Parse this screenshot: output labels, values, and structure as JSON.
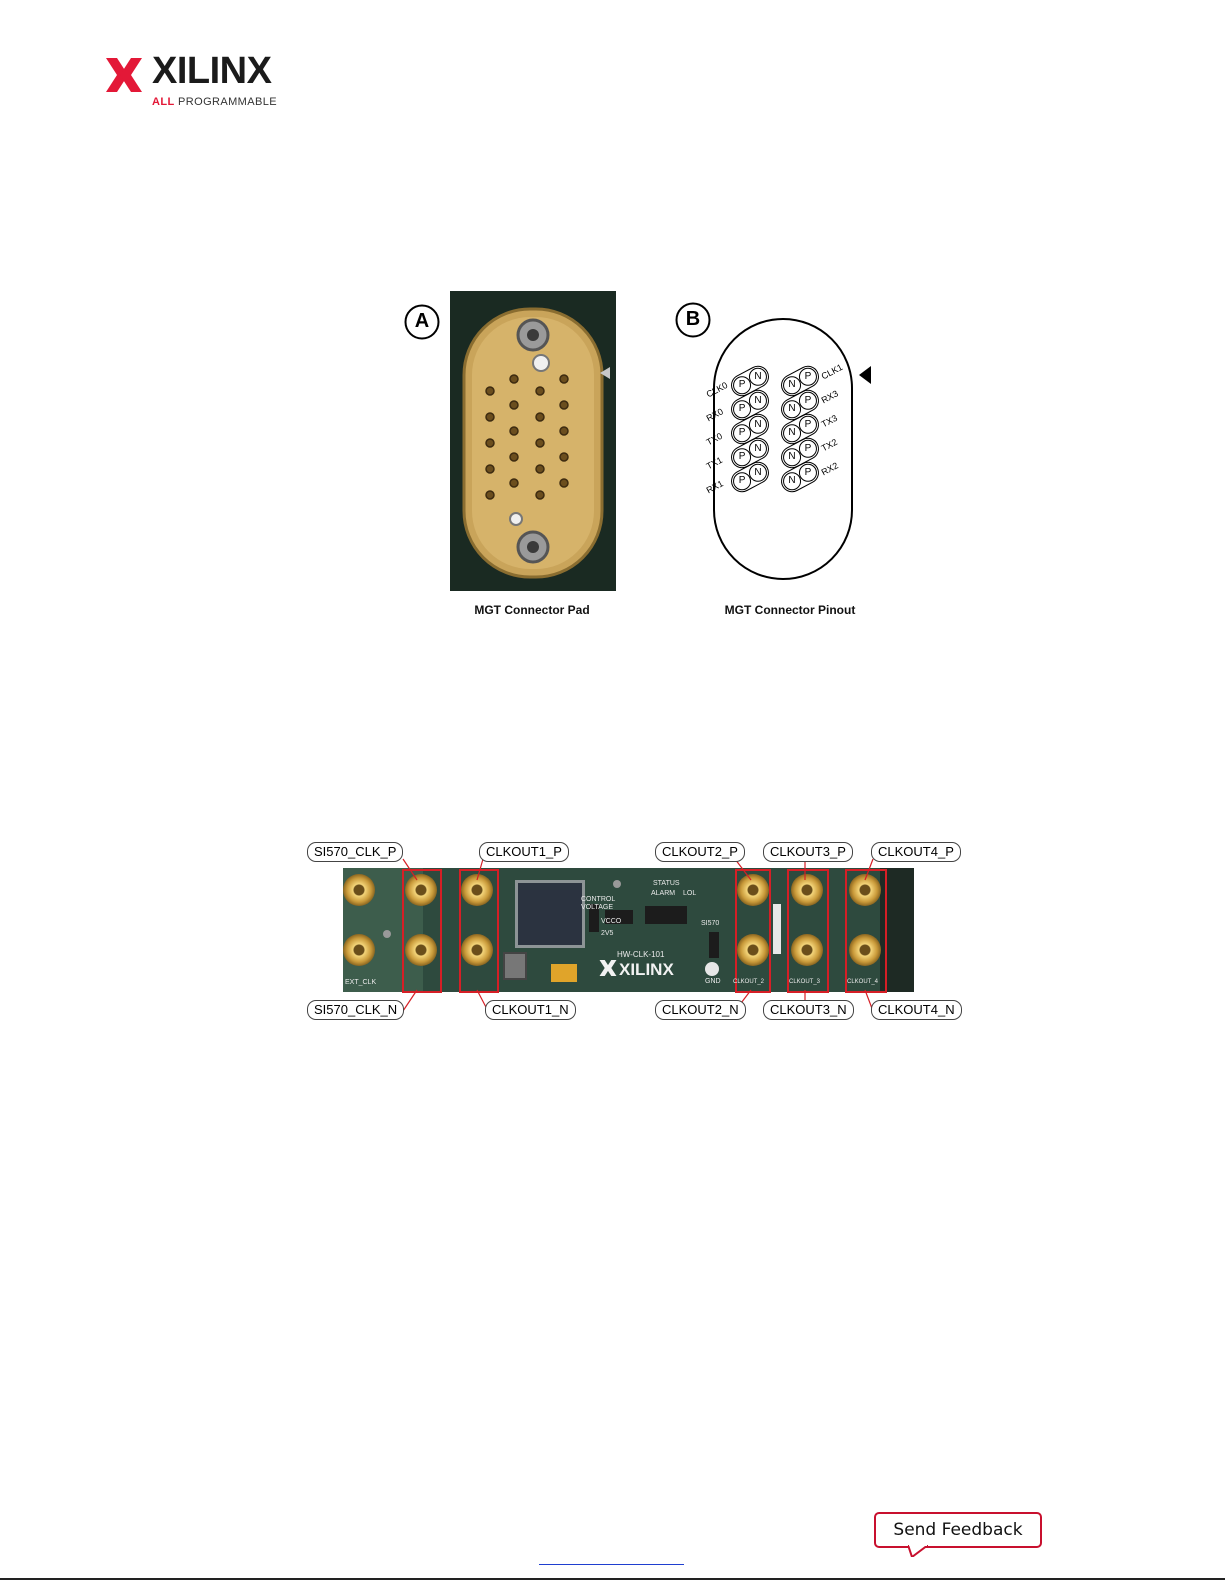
{
  "header": {
    "logo_word": "XILINX",
    "logo_tag_all": "ALL",
    "logo_tag_rest": " PROGRAMMABLE",
    "brand_color": "#e31837"
  },
  "figure1": {
    "panel_a_letter": "A",
    "panel_b_letter": "B",
    "caption_a": "MGT Connector Pad",
    "caption_b": "MGT Connector Pinout",
    "pinout": {
      "left_labels": [
        "CLK0",
        "RX0",
        "TX0",
        "TX1",
        "RX1"
      ],
      "right_labels": [
        "CLK1",
        "RX3",
        "TX3",
        "TX2",
        "RX2"
      ],
      "pin_p": "P",
      "pin_n": "N"
    }
  },
  "figure2": {
    "callouts_top": [
      "SI570_CLK_P",
      "CLKOUT1_P",
      "CLKOUT2_P",
      "CLKOUT3_P",
      "CLKOUT4_P"
    ],
    "callouts_bottom": [
      "SI570_CLK_N",
      "CLKOUT1_N",
      "CLKOUT2_N",
      "CLKOUT3_N",
      "CLKOUT4_N"
    ],
    "board": {
      "silk_ext_clk": "EXT_CLK",
      "silk_control": "CONTROL",
      "silk_voltage": "VOLTAGE",
      "silk_vcco": "VCCO",
      "silk_2v5": "2V5",
      "silk_status": "STATUS",
      "silk_alarm": "ALARM",
      "silk_lol": "LOL",
      "silk_si570": "SI570",
      "silk_gnd": "GND",
      "silk_model": "HW-CLK-101",
      "silk_brand": "XILINX",
      "silk_clkout_2": "CLKOUT_2",
      "silk_clkout_3": "CLKOUT_3",
      "silk_clkout_4": "CLKOUT_4"
    }
  },
  "footer": {
    "feedback_label": "Send Feedback",
    "accent": "#c8102e"
  }
}
